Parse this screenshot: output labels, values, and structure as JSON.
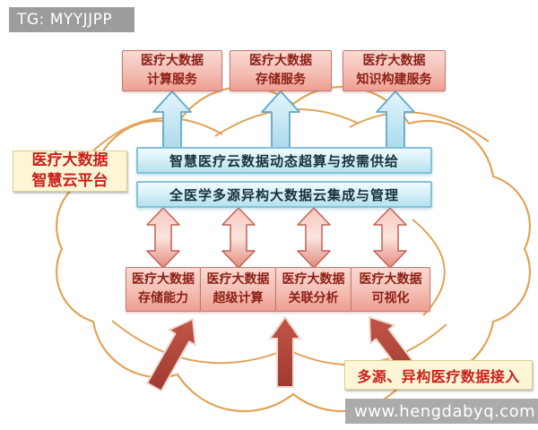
{
  "tag": {
    "text": "TG: MYYJJPP"
  },
  "site": {
    "text": "www.hengdabyq.com"
  },
  "platform_label": {
    "line1": "医疗大数据",
    "line2": "智慧云平台"
  },
  "data_access_label": {
    "text": "多源、异构医疗数据接入"
  },
  "top_services": [
    {
      "line1": "医疗大数据",
      "line2": "计算服务"
    },
    {
      "line1": "医疗大数据",
      "line2": "存储服务"
    },
    {
      "line1": "医疗大数据",
      "line2": "知识构建服务"
    }
  ],
  "cloud_layers": [
    {
      "label": "智慧医疗云数据动态超算与按需供给"
    },
    {
      "label": "全医学多源异构大数据云集成与管理"
    }
  ],
  "capabilities": [
    {
      "line1": "医疗大数据",
      "line2": "存储能力"
    },
    {
      "line1": "医疗大数据",
      "line2": "超级计算"
    },
    {
      "line1": "医疗大数据",
      "line2": "关联分析"
    },
    {
      "line1": "医疗大数据",
      "line2": "可视化"
    }
  ],
  "colors": {
    "cloud_outline": "#e1a458",
    "service_box_border": "#c4796d",
    "service_box_text": "#8d2016",
    "cloud_bar_border": "#85c2da",
    "blue_arrow_fill": "#bfe4f4",
    "pink_arrow_fill": "#f0b0a4",
    "dark_red_arrow_fill": "#b3473c",
    "label_bg": "#fdf6d6",
    "label_text": "#cb1f1b",
    "watermark_bg": "#9c9c9c"
  }
}
